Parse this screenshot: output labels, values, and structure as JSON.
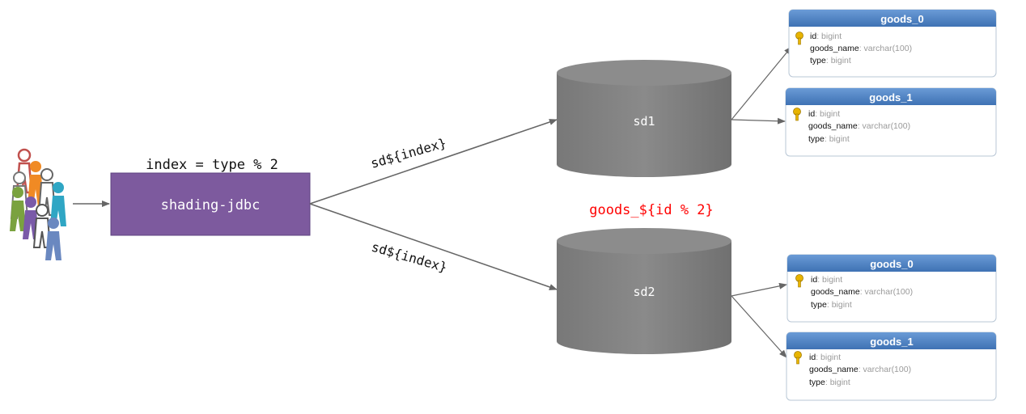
{
  "clients": {
    "icon": "people-group-icon"
  },
  "router": {
    "label": "shading-jdbc",
    "rule": "index = type % 2",
    "color": "#7d5a9e"
  },
  "routes": [
    {
      "label": "sd${index}"
    },
    {
      "label": "sd${index}"
    }
  ],
  "table_rule": {
    "label": "goods_${id % 2}",
    "color": "#ff0000"
  },
  "databases": [
    {
      "name": "sd1",
      "tables": [
        {
          "title": "goods_0",
          "columns": [
            {
              "name": "id",
              "type": ": bigint",
              "key": true
            },
            {
              "name": "goods_name",
              "type": ": varchar(100)",
              "key": false
            },
            {
              "name": "type",
              "type": ": bigint",
              "key": false
            }
          ]
        },
        {
          "title": "goods_1",
          "columns": [
            {
              "name": "id",
              "type": ": bigint",
              "key": true
            },
            {
              "name": "goods_name",
              "type": ": varchar(100)",
              "key": false
            },
            {
              "name": "type",
              "type": ": bigint",
              "key": false
            }
          ]
        }
      ]
    },
    {
      "name": "sd2",
      "tables": [
        {
          "title": "goods_0",
          "columns": [
            {
              "name": "id",
              "type": ": bigint",
              "key": true
            },
            {
              "name": "goods_name",
              "type": ": varchar(100)",
              "key": false
            },
            {
              "name": "type",
              "type": ": bigint",
              "key": false
            }
          ]
        },
        {
          "title": "goods_1",
          "columns": [
            {
              "name": "id",
              "type": ": bigint",
              "key": true
            },
            {
              "name": "goods_name",
              "type": ": varchar(100)",
              "key": false
            },
            {
              "name": "type",
              "type": ": bigint",
              "key": false
            }
          ]
        }
      ]
    }
  ],
  "colors": {
    "table_header": "#4a7fbf",
    "database": "#7f7f7f",
    "arrow": "#666666",
    "key_icon": "#e8b400"
  }
}
